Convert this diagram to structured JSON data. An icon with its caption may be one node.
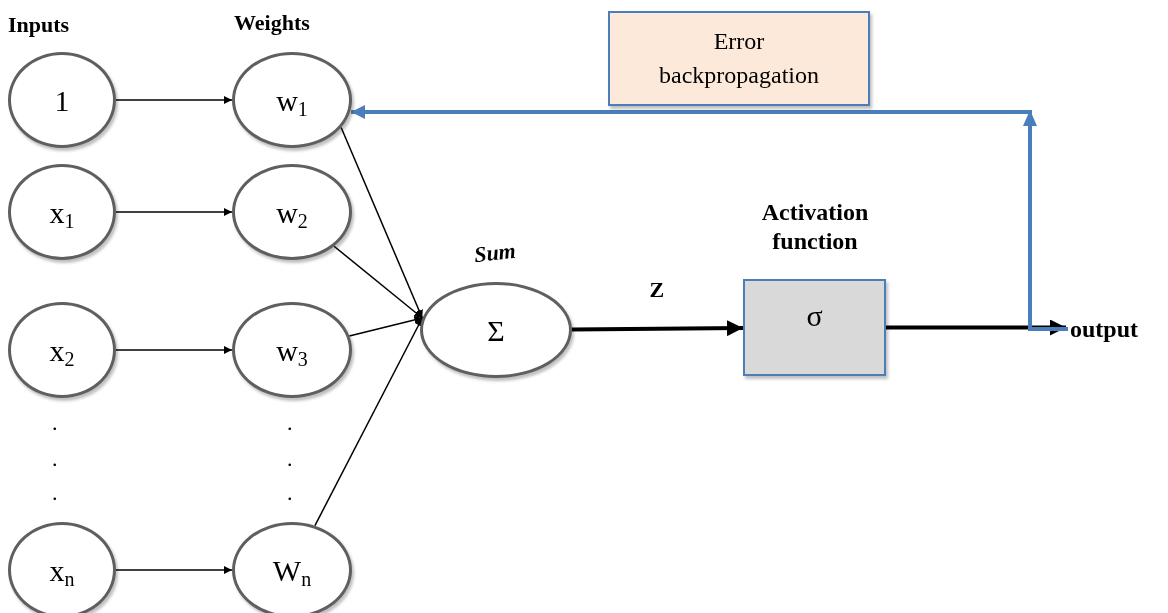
{
  "diagram": {
    "nodes": [
      {
        "text": [
          "1"
        ]
      },
      {
        "text": [
          "x$_{1}$"
        ]
      },
      {
        "text": [
          "x$_{2}$"
        ]
      },
      {
        "text": [
          "x$_{n}$"
        ]
      },
      {
        "text": [
          "w$_{1}$"
        ]
      },
      {
        "text": [
          "w$_{2}$"
        ]
      },
      {
        "text": [
          "w$_{3}$"
        ]
      },
      {
        "text": [
          "W$_{n}$"
        ]
      },
      {
        "text": [
          "Sum",
          "Σ"
        ]
      },
      {
        "text": [
          "Activation function",
          "σ"
        ]
      },
      {
        "text": [
          "Error backpropagation"
        ]
      },
      {
        "text": [
          "output"
        ]
      }
    ],
    "edges": [
      {
        "from": 0,
        "to": 4,
        "arrow": "to"
      },
      {
        "from": 1,
        "to": 5,
        "arrow": "to"
      },
      {
        "from": 2,
        "to": 6,
        "arrow": "to"
      },
      {
        "from": 3,
        "to": 7,
        "arrow": "to"
      },
      {
        "from": 4,
        "to": 8,
        "arrow": "to"
      },
      {
        "from": 5,
        "to": 8,
        "arrow": "to"
      },
      {
        "from": 6,
        "to": 8,
        "arrow": "to"
      },
      {
        "from": 7,
        "to": 8,
        "arrow": "to"
      },
      {
        "from": 8,
        "to": 9,
        "arrow": "to",
        "label": "Z",
        "style": "thick"
      },
      {
        "from": 9,
        "to": 11,
        "arrow": "to",
        "style": "thick"
      },
      {
        "from": 11,
        "to": 4,
        "arrow": "to",
        "style": "thick",
        "color": "#4a7ebb"
      }
    ],
    "labels": [
      "Inputs",
      "Weights",
      ".",
      ".",
      ".",
      ".",
      ".",
      "."
    ]
  }
}
